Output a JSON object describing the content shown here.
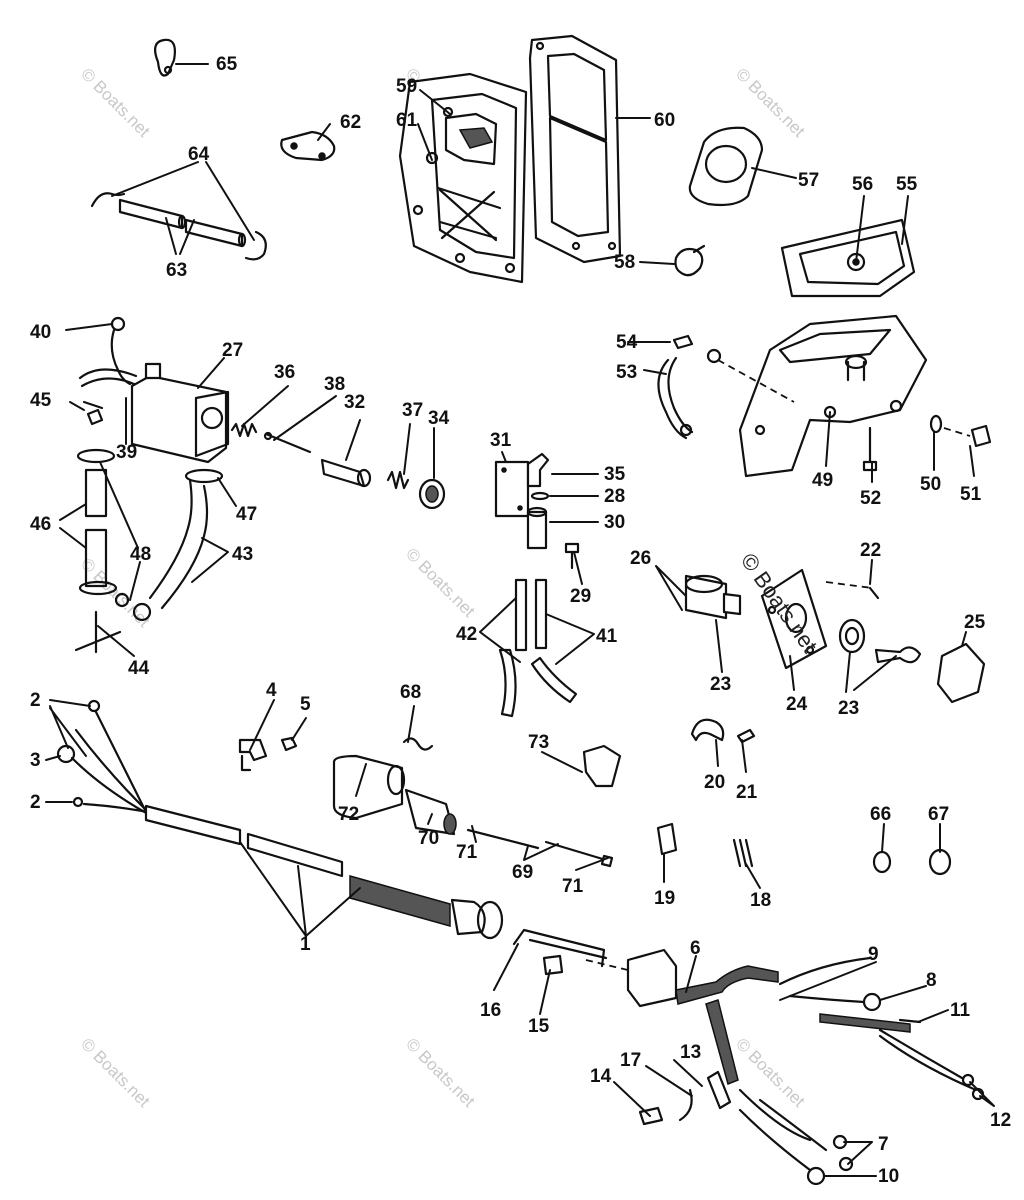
{
  "watermark": {
    "text": "© Boats.net",
    "color": "#c8c8c8"
  },
  "stamp": {
    "text": "© Boats.net"
  },
  "callouts": [
    {
      "label": "1"
    },
    {
      "label": "2"
    },
    {
      "label": "2"
    },
    {
      "label": "3"
    },
    {
      "label": "4"
    },
    {
      "label": "5"
    },
    {
      "label": "6"
    },
    {
      "label": "7"
    },
    {
      "label": "8"
    },
    {
      "label": "9"
    },
    {
      "label": "10"
    },
    {
      "label": "11"
    },
    {
      "label": "12"
    },
    {
      "label": "13"
    },
    {
      "label": "14"
    },
    {
      "label": "15"
    },
    {
      "label": "16"
    },
    {
      "label": "17"
    },
    {
      "label": "18"
    },
    {
      "label": "19"
    },
    {
      "label": "20"
    },
    {
      "label": "21"
    },
    {
      "label": "22"
    },
    {
      "label": "23"
    },
    {
      "label": "23"
    },
    {
      "label": "24"
    },
    {
      "label": "25"
    },
    {
      "label": "26"
    },
    {
      "label": "27"
    },
    {
      "label": "28"
    },
    {
      "label": "29"
    },
    {
      "label": "30"
    },
    {
      "label": "31"
    },
    {
      "label": "32"
    },
    {
      "label": "34"
    },
    {
      "label": "35"
    },
    {
      "label": "36"
    },
    {
      "label": "37"
    },
    {
      "label": "38"
    },
    {
      "label": "39"
    },
    {
      "label": "40"
    },
    {
      "label": "41"
    },
    {
      "label": "42"
    },
    {
      "label": "43"
    },
    {
      "label": "44"
    },
    {
      "label": "45"
    },
    {
      "label": "46"
    },
    {
      "label": "47"
    },
    {
      "label": "48"
    },
    {
      "label": "49"
    },
    {
      "label": "50"
    },
    {
      "label": "51"
    },
    {
      "label": "52"
    },
    {
      "label": "53"
    },
    {
      "label": "54"
    },
    {
      "label": "55"
    },
    {
      "label": "56"
    },
    {
      "label": "57"
    },
    {
      "label": "58"
    },
    {
      "label": "59"
    },
    {
      "label": "60"
    },
    {
      "label": "61"
    },
    {
      "label": "62"
    },
    {
      "label": "63"
    },
    {
      "label": "64"
    },
    {
      "label": "65"
    },
    {
      "label": "66"
    },
    {
      "label": "67"
    },
    {
      "label": "68"
    },
    {
      "label": "69"
    },
    {
      "label": "70"
    },
    {
      "label": "71"
    },
    {
      "label": "71"
    },
    {
      "label": "72"
    },
    {
      "label": "73"
    }
  ]
}
